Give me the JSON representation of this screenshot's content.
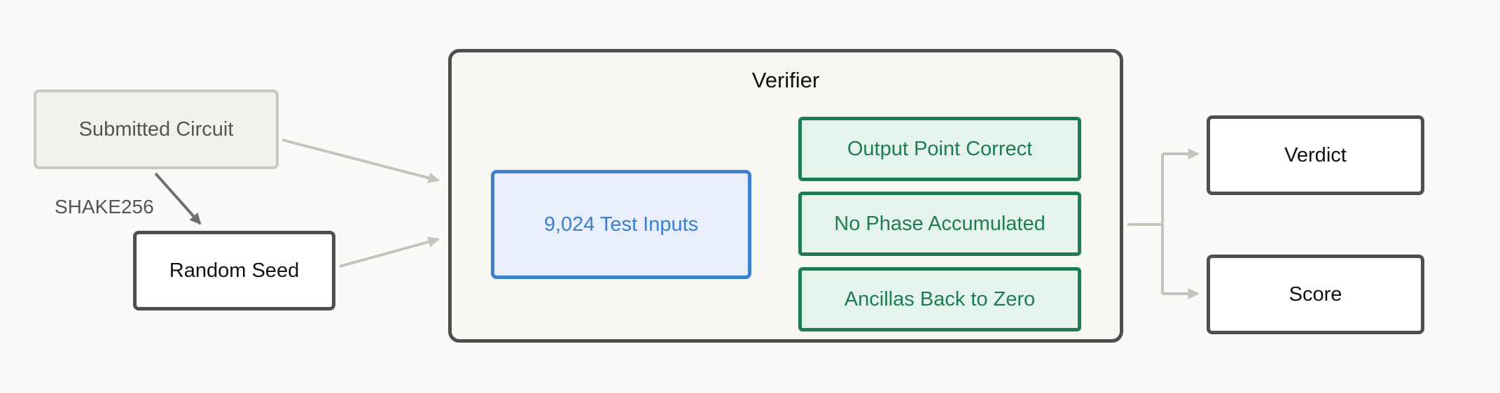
{
  "nodes": {
    "submitted_circuit": "Submitted Circuit",
    "random_seed": "Random Seed",
    "verifier": "Verifier",
    "test_inputs": "9,024 Test Inputs",
    "checks": [
      "Output Point Correct",
      "No Phase Accumulated",
      "Ancillas Back to Zero"
    ],
    "verdict": "Verdict",
    "score": "Score"
  },
  "edges": {
    "hash_label": "SHAKE256"
  },
  "colors": {
    "background": "#fafaf9",
    "neutral_border": "#4f4f4f",
    "input_fill": "#f2f1ec",
    "input_border": "#c9c9c1",
    "test_blue": "#3a7fd0",
    "test_fill": "#e8effb",
    "check_green": "#1e7b58",
    "check_fill": "#e4f4ed",
    "arrow_light": "#c4c4bb",
    "arrow_dark": "#6e6e6e"
  }
}
